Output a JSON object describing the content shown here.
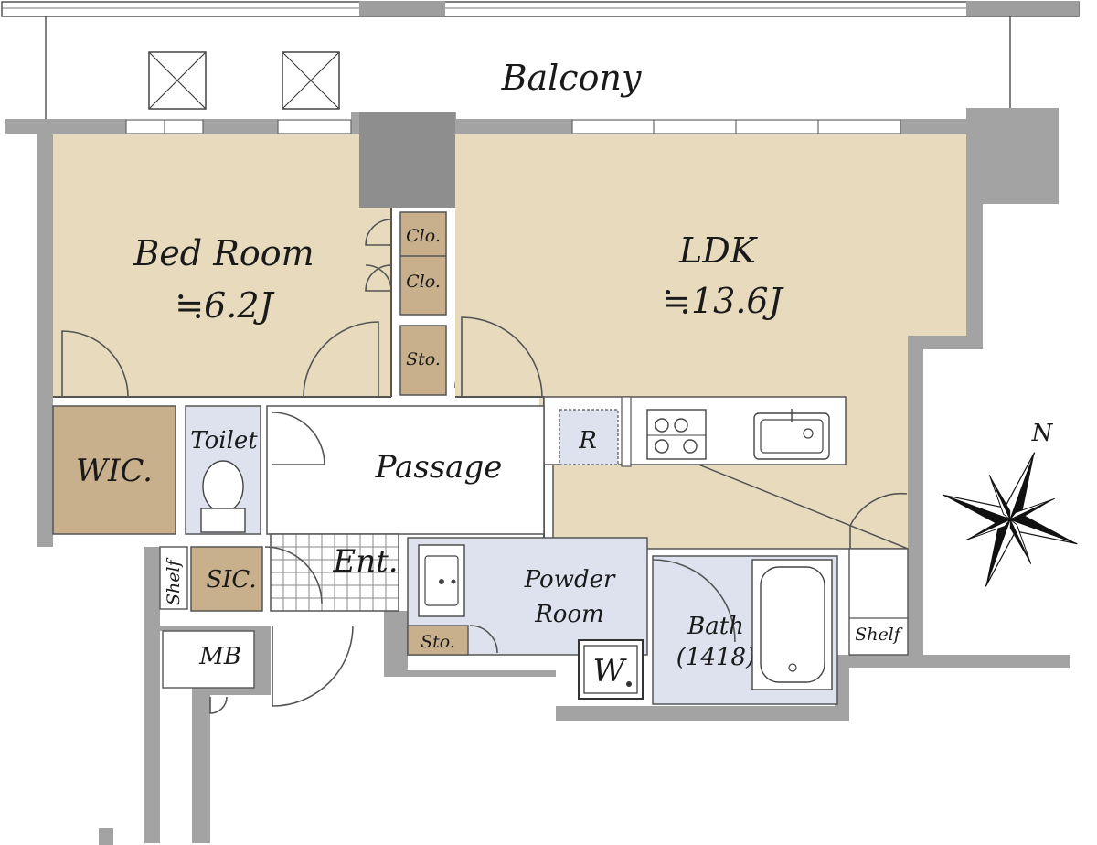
{
  "rooms": {
    "balcony": "Balcony",
    "bedroom": "Bed Room",
    "bedroom_size": "≒6.2J",
    "ldk": "LDK",
    "ldk_size": "≒13.6J",
    "closet_1": "Clo.",
    "closet_2": "Clo.",
    "storage_1": "Sto.",
    "storage_2": "Sto.",
    "wic": "WIC.",
    "toilet": "Toilet",
    "passage": "Passage",
    "refrigerator": "R",
    "shelf_left": "Shelf",
    "sic": "SIC.",
    "entrance": "Ent.",
    "powder_room_line1": "Powder",
    "powder_room_line2": "Room",
    "washer": "W",
    "bath": "Bath",
    "bath_size": "(1418)",
    "shelf_right": "Shelf",
    "mb": "MB"
  },
  "compass": {
    "north": "N"
  },
  "colors": {
    "wall": "#a3a3a3",
    "wall_dark": "#8e8e8e",
    "room_tan": "#e8dbbd",
    "storage_brown": "#c9b08c",
    "wet_blue": "#dde2ee",
    "floor_white": "#ffffff"
  }
}
